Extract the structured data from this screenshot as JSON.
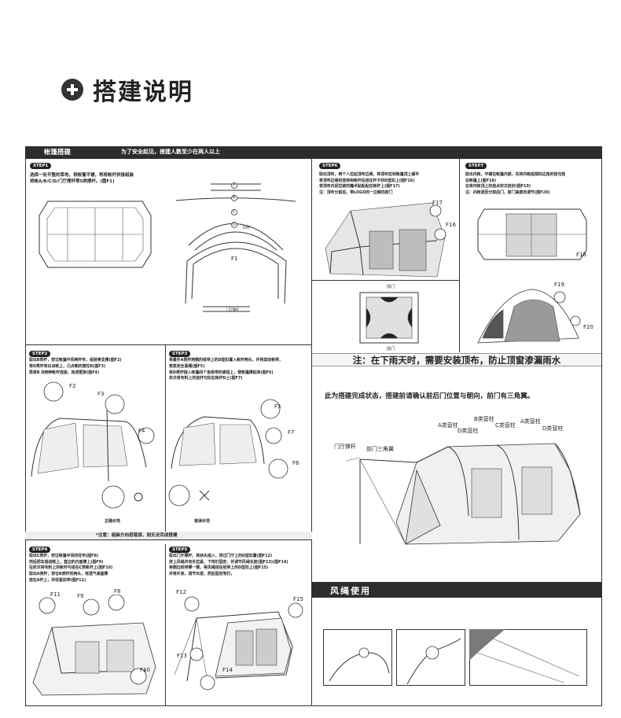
{
  "page_title": "搭建说明",
  "header": {
    "section": "帐篷搭建",
    "note": "为了安全起见，搭建人数至少在两人以上"
  },
  "step1": {
    "badge": "STEP1",
    "lines": [
      "选择一处平整的草地，将帐篷平铺，再将帐杆拼接组装",
      "将帐A/B/C/D/门厅撑杆等5类撑杆。(图F1)"
    ],
    "labels": {
      "a": "A",
      "b": "B",
      "c": "C",
      "d": "D",
      "d_suffix": "D杆",
      "f1": "F1",
      "porch": "门厅撑杆"
    }
  },
  "step6": {
    "badge": "STEP6",
    "lines": [
      "取出顶布，两个人拉起顶布边缘，将顶布拉到帐篷顶上铺平",
      "将顶布边缘的挂钩钩帐杆后挂在杆子的D型扣上(图F16)",
      "将顶布内层拉链的魔术贴粘贴在帐杆上(图F17)",
      "注：顶布分前后，带LOGO的一边朝向前门"
    ],
    "labels": {
      "f17": "F17",
      "f16": "F16",
      "front_door_top": "前门",
      "front_door_bottom": "前门"
    }
  },
  "step7": {
    "badge": "STEP7",
    "lines": [
      "取出内帐，平铺在帐篷内部，先将内帐底部四边角的挂勾挂",
      "在帐篷上(图F18)",
      "在将内帐顶上的挂点依次挂好(图F19)",
      "注：内帐调至分前后门，前门高度的调节(图F20)"
    ],
    "labels": {
      "f18": "F18",
      "f19": "F19",
      "f20": "F20"
    }
  },
  "step2": {
    "badge": "STEP2",
    "lines": [
      "取出B类杆，穿过帐篷中间两杆布，组装骨支撑(图F2)",
      "将D类杆将白点帐上，凸点朝向管柱B(图F3)",
      "再将B D两种帐杆连接，完成框架(图F4)"
    ],
    "labels": {
      "f2": "F2",
      "f3": "F3",
      "f4": "F4",
      "correct": "正确示范",
      "wrong": "错误示范"
    }
  },
  "step3": {
    "badge": "STEP3",
    "lines": [
      "将最外A类杆两侧的纸带上的D型扣置入帐杆两头，并将其收帐带，",
      "使其完全紧绷(图F5)",
      "将D类杆插入帐篷四个角纸带的锁钮上，使帐篷撑起来(图F6)",
      "依次将布料上的挂杆勾扣在帐杆D上(图F7)"
    ],
    "labels": {
      "f5": "F5",
      "f6": "F6",
      "f7": "F7"
    }
  },
  "note_assembly": "*注意：组装方向若错误，则无法完成搭建",
  "step4": {
    "badge": "STEP4",
    "lines": [
      "取出C类杆，穿过帐篷中间的柱布(图F8)",
      "然后把车插进帐上，直边的内面撑上(图F9)",
      "在依次将布料上的帐杆与挂在C类帐杆上(图F10)",
      "取出A类杆，穿在B类杆的两头，将透气桌面撑",
      "挂在A杆上，并收紧扣带(图F11)"
    ],
    "labels": {
      "f8": "F8",
      "f9": "F9",
      "f10": "F10",
      "f11": "F11"
    }
  },
  "step5": {
    "badge": "STEP5",
    "lines": [
      "取出门厅撑杆，将杂头插入，穿过门厅上的D型扣置(图F12)",
      "穿上风绳并向外拉紧，下地钉固定，并调节风绳长度(图F13)(图F14)",
      "将侧边纸带撑一侧，将风绳挂在纸带上的D型扣上(图F15)",
      "并将外张，调节长度，然后固定地钉。"
    ],
    "labels": {
      "f12": "F12",
      "f13": "F13",
      "f14": "F14",
      "f15": "F15"
    }
  },
  "rain_note": "注：在下雨天时，需要安装顶布，防止顶窗渗漏雨水",
  "completed": {
    "caption": "此为搭建完成状态，搭建前请确认前后门位置与朝向，前门有三角翼。",
    "labels": {
      "b_pole": "B类营柱",
      "a_pole_left": "A类营柱",
      "d_pole_left": "D类营柱",
      "c_pole": "C类营柱",
      "a_pole_right": "A类营柱",
      "d_pole_right": "D类营柱",
      "porch_pole": "门厅撑杆",
      "front_wing": "前门三角翼"
    }
  },
  "guy_rope": {
    "title": "风绳使用"
  }
}
